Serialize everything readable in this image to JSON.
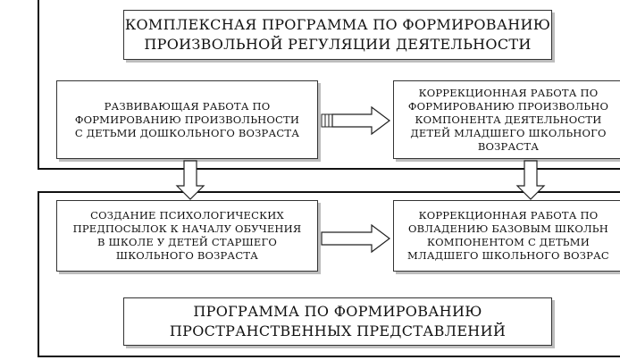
{
  "top_title": [
    "КОМПЛЕКСНАЯ ПРОГРАММА ПО ФОРМИРОВАНИЮ",
    "ПРОИЗВОЛЬНОЙ РЕГУЛЯЦИИ ДЕЯТЕЛЬНОСТИ"
  ],
  "box_preschool": [
    "РАЗВИВАЮЩАЯ РАБОТА ПО",
    "ФОРМИРОВАНИЮ ПРОИЗВОЛЬНОСТИ",
    "С ДЕТЬМИ ДОШКОЛЬНОГО ВОЗРАСТА"
  ],
  "box_correction_activity": [
    "КОРРЕКЦИОННАЯ РАБОТА ПО",
    "ФОРМИРОВАНИЮ ПРОИЗВОЛЬНО",
    "КОМПОНЕНТА ДЕЯТЕЛЬНОСТИ",
    "ДЕТЕЙ МЛАДШЕГО ШКОЛЬНОГО",
    "ВОЗРАСТА"
  ],
  "box_prerequisites": [
    "СОЗДАНИЕ ПСИХОЛОГИЧЕСКИХ",
    "ПРЕДПОСЫЛОК К НАЧАЛУ ОБУЧЕНИЯ",
    "В ШКОЛЕ У ДЕТЕЙ СТАРШЕГО",
    "ШКОЛЬНОГО ВОЗРАСТА"
  ],
  "box_correction_basic": [
    "КОРРЕКЦИОННАЯ РАБОТА ПО",
    "ОВЛАДЕНИЮ БАЗОВЫМ ШКОЛЬН",
    "КОМПОНЕНТОМ С ДЕТЬМИ",
    "МЛАДШЕГО ШКОЛЬНОГО ВОЗРАС"
  ],
  "bottom_title": [
    "ПРОГРАММА ПО ФОРМИРОВАНИЮ",
    "ПРОСТРАНСТВЕННЫХ ПРЕДСТАВЛЕНИЙ"
  ]
}
